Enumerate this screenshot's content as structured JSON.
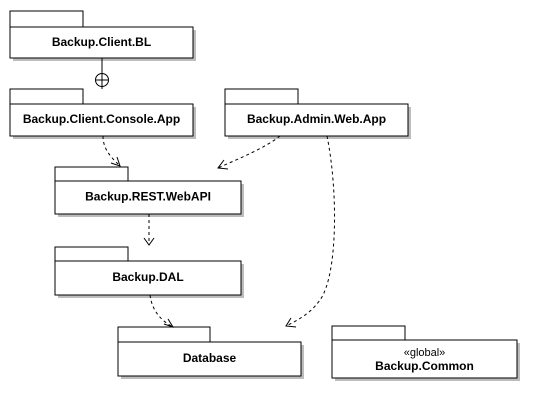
{
  "diagram": {
    "packages": [
      {
        "id": "client_bl",
        "label": "Backup.Client.BL",
        "stereotype": ""
      },
      {
        "id": "client_console",
        "label": "Backup.Client.Console.App",
        "stereotype": ""
      },
      {
        "id": "admin_web",
        "label": "Backup.Admin.Web.App",
        "stereotype": ""
      },
      {
        "id": "rest_webapi",
        "label": "Backup.REST.WebAPI",
        "stereotype": ""
      },
      {
        "id": "dal",
        "label": "Backup.DAL",
        "stereotype": ""
      },
      {
        "id": "database",
        "label": "Database",
        "stereotype": ""
      },
      {
        "id": "common",
        "label": "Backup.Common",
        "stereotype": "«global»"
      }
    ],
    "relations": [
      {
        "type": "containment",
        "from": "client_console",
        "to": "client_bl"
      },
      {
        "type": "dependency",
        "from": "client_console",
        "to": "rest_webapi"
      },
      {
        "type": "dependency",
        "from": "admin_web",
        "to": "rest_webapi"
      },
      {
        "type": "dependency",
        "from": "admin_web",
        "to": "database"
      },
      {
        "type": "dependency",
        "from": "rest_webapi",
        "to": "dal"
      },
      {
        "type": "dependency",
        "from": "dal",
        "to": "database"
      }
    ]
  }
}
